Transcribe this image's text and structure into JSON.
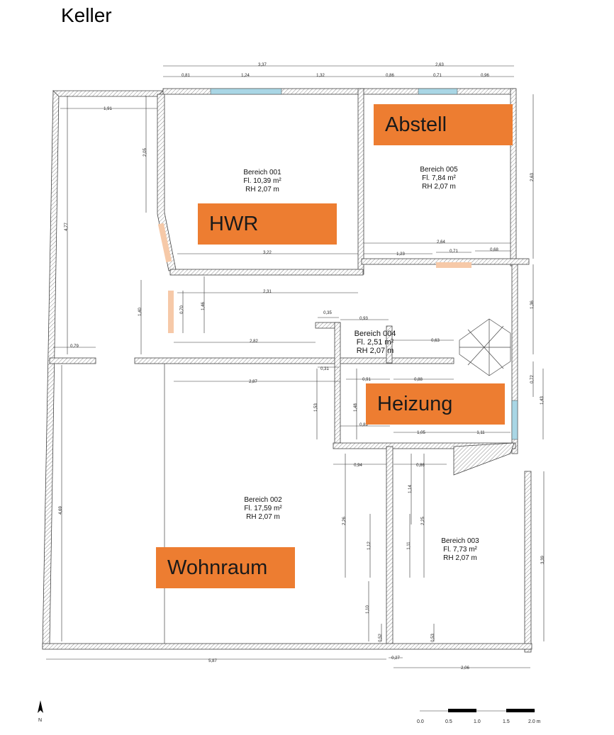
{
  "title": "Keller",
  "colors": {
    "label_bg": "#ED7D31",
    "window": "#A9D6E5",
    "door": "#F6C9A8",
    "wall": "#555555"
  },
  "labels": {
    "abstell": "Abstell",
    "hwr": "HWR",
    "heizung": "Heizung",
    "wohnraum": "Wohnraum"
  },
  "rooms": [
    {
      "name": "Bereich 001",
      "area": "Fl. 10,39 m²",
      "height": "RH 2,07 m"
    },
    {
      "name": "Bereich 005",
      "area": "Fl. 7,84 m²",
      "height": "RH 2,07 m"
    },
    {
      "name": "Bereich 004",
      "area": "Fl. 2,51 m²",
      "height": "RH 2,07 m"
    },
    {
      "name": "Bereich 002",
      "area": "Fl. 17,59 m²",
      "height": "RH 2,07 m"
    },
    {
      "name": "Bereich 003",
      "area": "Fl. 7,73 m²",
      "height": "RH 2,07 m"
    }
  ],
  "dimensions": [
    "3,37",
    "2,63",
    "0,81",
    "1,24",
    "1,32",
    "0,86",
    "0,71",
    "0,96",
    "1,91",
    "4,77",
    "2,05",
    "3,22",
    "2,31",
    "2,64",
    "1,23",
    "0,71",
    "0,68",
    "2,63",
    "1,36",
    "2,82",
    "2,87",
    "0,79",
    "1,40",
    "0,70",
    "1,46",
    "0,35",
    "0,93",
    "0,63",
    "0,31",
    "0,91",
    "0,88",
    "1,53",
    "1,48",
    "0,89",
    "1,05",
    "1,11",
    "0,94",
    "0,86",
    "1,14",
    "2,26",
    "1,12",
    "1,11",
    "2,25",
    "4,69",
    "3,39",
    "5,87",
    "0,27",
    "2,06",
    "1,10",
    "0,52",
    "0,53",
    "0,72",
    "1,43"
  ],
  "scale_bar": {
    "ticks": [
      "0.0",
      "0.5",
      "1.0",
      "1.5",
      "2.0 m"
    ]
  },
  "north": "N"
}
